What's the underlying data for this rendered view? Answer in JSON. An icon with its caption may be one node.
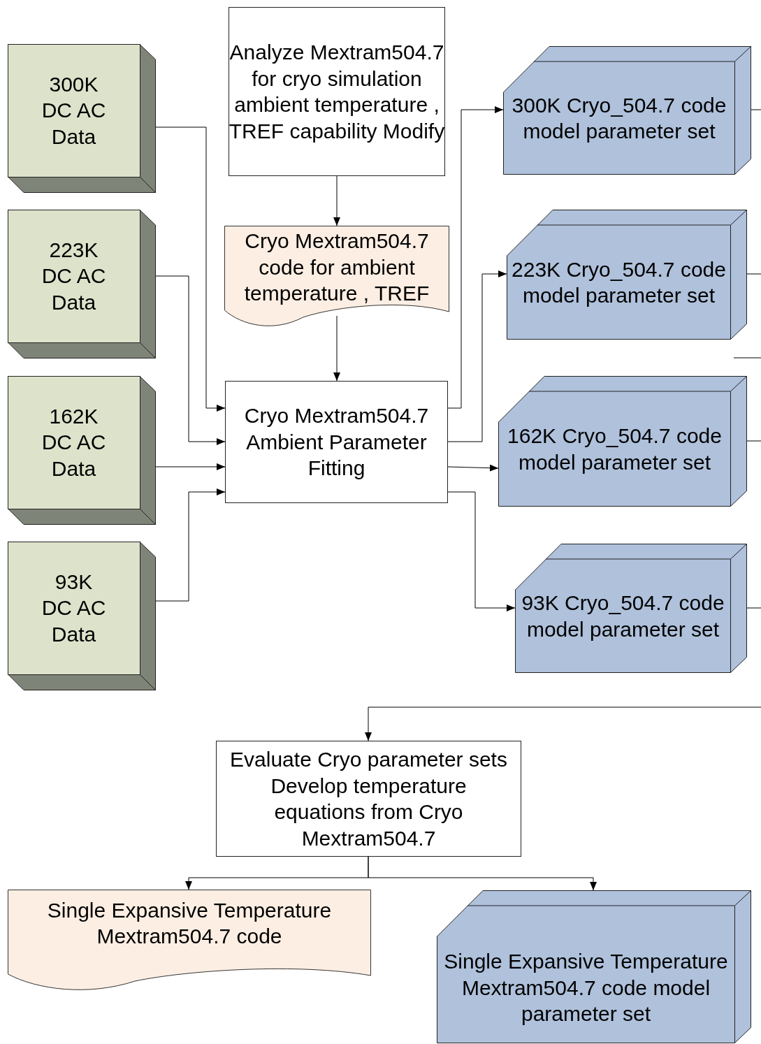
{
  "diagram": {
    "nodes": [
      {
        "text": [
          "300K DC AC Data"
        ]
      },
      {
        "text": [
          "223K DC AC Data"
        ]
      },
      {
        "text": [
          "162K DC AC Data"
        ]
      },
      {
        "text": [
          "93K DC AC Data"
        ]
      },
      {
        "text": [
          "Analyze Mextram504.7 for cryo simulation ambient temperature , TREF capability Modify"
        ]
      },
      {
        "text": [
          "Cryo Mextram504.7 code for ambient temperature , TREF"
        ]
      },
      {
        "text": [
          "Cryo Mextram504.7 Ambient Parameter Fitting"
        ]
      },
      {
        "text": [
          "300K Cryo_504.7 code model parameter set"
        ]
      },
      {
        "text": [
          "223K Cryo_504.7 code model parameter set"
        ]
      },
      {
        "text": [
          "162K Cryo_504.7 code model parameter set"
        ]
      },
      {
        "text": [
          "93K Cryo_504.7 code model parameter set"
        ]
      },
      {
        "text": [
          "Evaluate Cryo parameter sets Develop temperature equations from Cryo Mextram504.7"
        ]
      },
      {
        "text": [
          "Single Expansive Temperature Mextram504.7 code"
        ]
      },
      {
        "text": [
          "Single Expansive Temperature Mextram504.7 code model parameter set"
        ]
      }
    ],
    "edges": [
      {
        "from": 4,
        "to": 5,
        "arrow": "to"
      },
      {
        "from": 5,
        "to": 6,
        "arrow": "to"
      },
      {
        "from": 0,
        "to": 6,
        "arrow": "to"
      },
      {
        "from": 1,
        "to": 6,
        "arrow": "to"
      },
      {
        "from": 2,
        "to": 6,
        "arrow": "to"
      },
      {
        "from": 3,
        "to": 6,
        "arrow": "to"
      },
      {
        "from": 6,
        "to": 7,
        "arrow": "to"
      },
      {
        "from": 6,
        "to": 8,
        "arrow": "to"
      },
      {
        "from": 6,
        "to": 9,
        "arrow": "to"
      },
      {
        "from": 6,
        "to": 10,
        "arrow": "to"
      },
      {
        "from": 7,
        "to": null,
        "arrow": "none"
      },
      {
        "from": 8,
        "to": null,
        "arrow": "none"
      },
      {
        "from": 9,
        "to": null,
        "arrow": "none"
      },
      {
        "from": 10,
        "to": null,
        "arrow": "none"
      },
      {
        "from": null,
        "to": 11,
        "arrow": "to"
      },
      {
        "from": 11,
        "to": 12,
        "arrow": "to"
      },
      {
        "from": 11,
        "to": 13,
        "arrow": "to"
      }
    ]
  }
}
